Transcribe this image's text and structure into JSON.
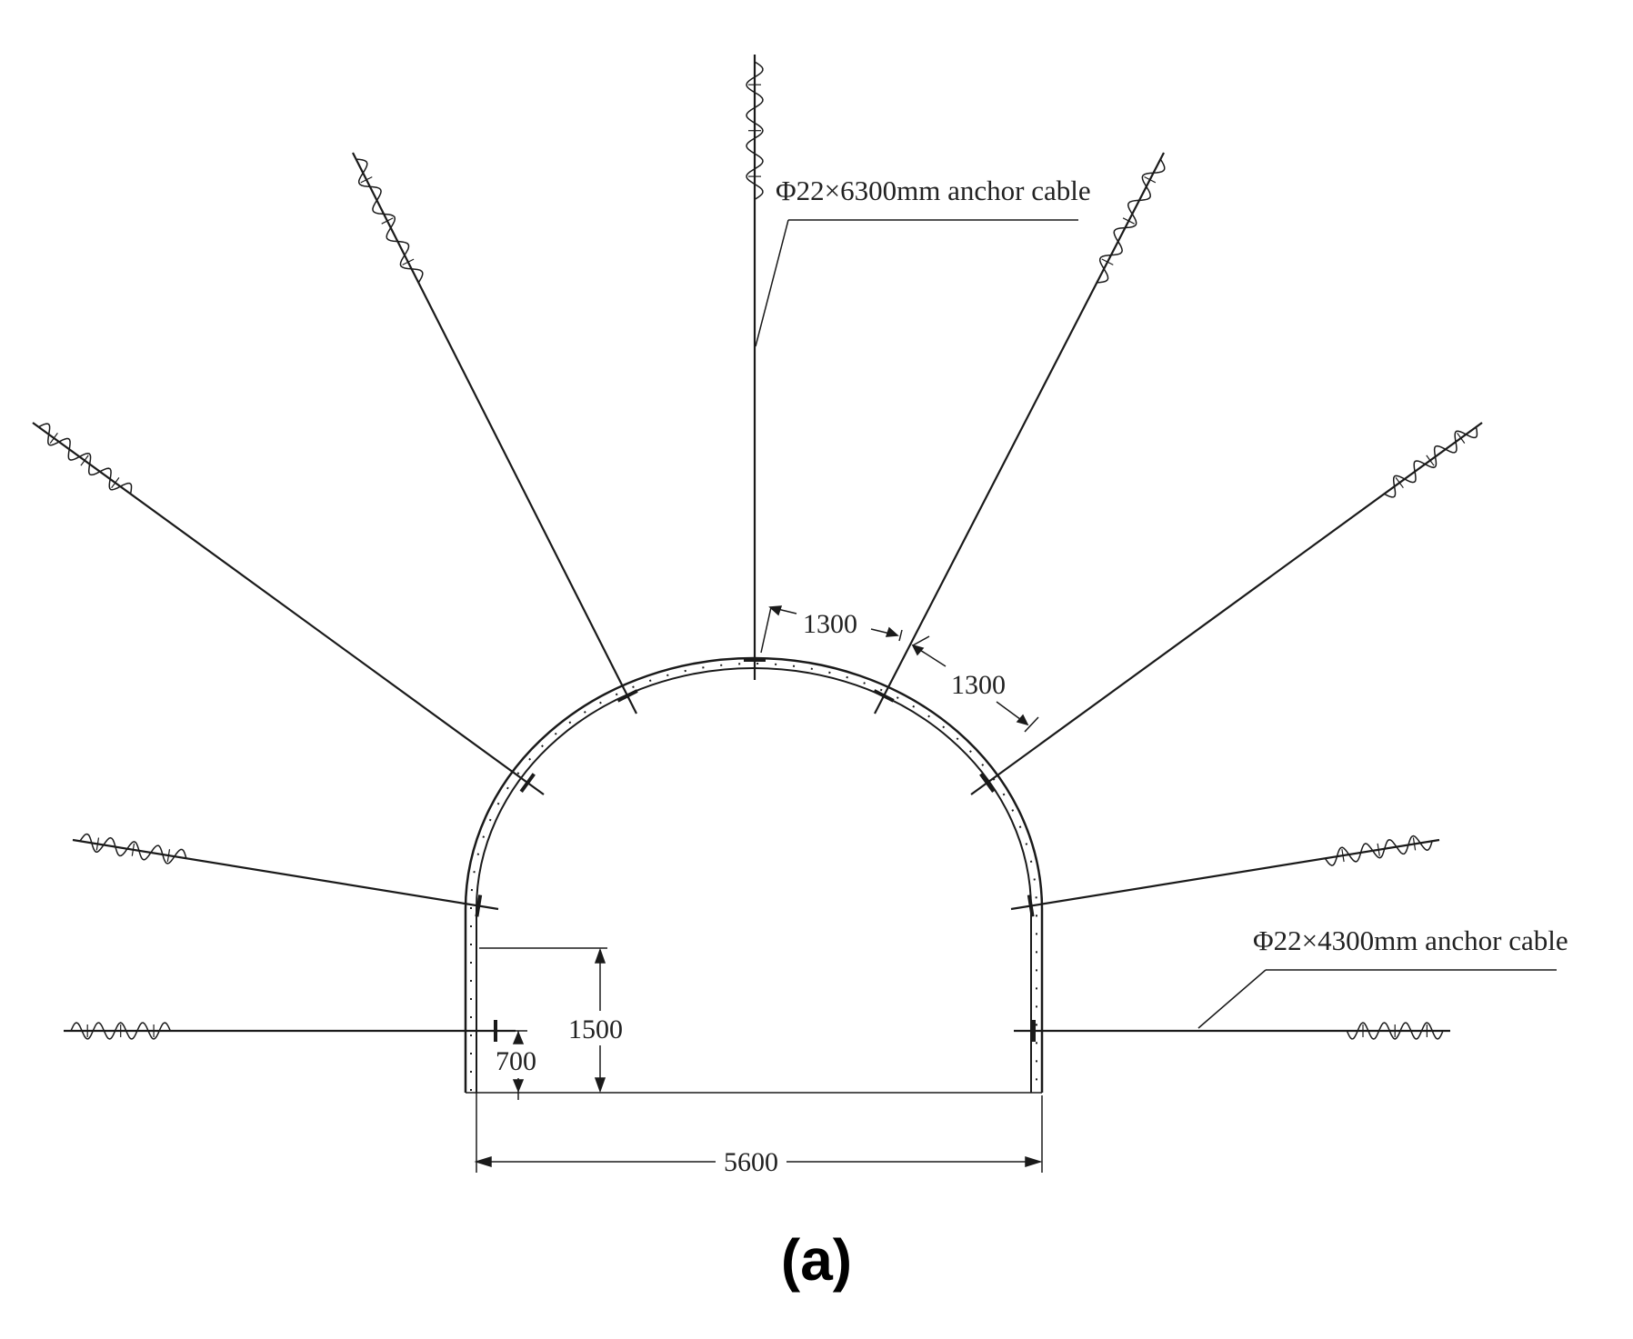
{
  "diagram": {
    "callouts": {
      "long_cable": "Φ22×6300mm anchor cable",
      "short_cable": "Φ22×4300mm anchor cable"
    },
    "dimensions": {
      "spacing_1": "1300",
      "spacing_2": "1300",
      "wall_height": "1500",
      "bolt_height": "700",
      "span_width": "5600"
    },
    "caption": "(a)"
  },
  "colors": {
    "line": "#1a1a1a",
    "text": "#222222"
  }
}
